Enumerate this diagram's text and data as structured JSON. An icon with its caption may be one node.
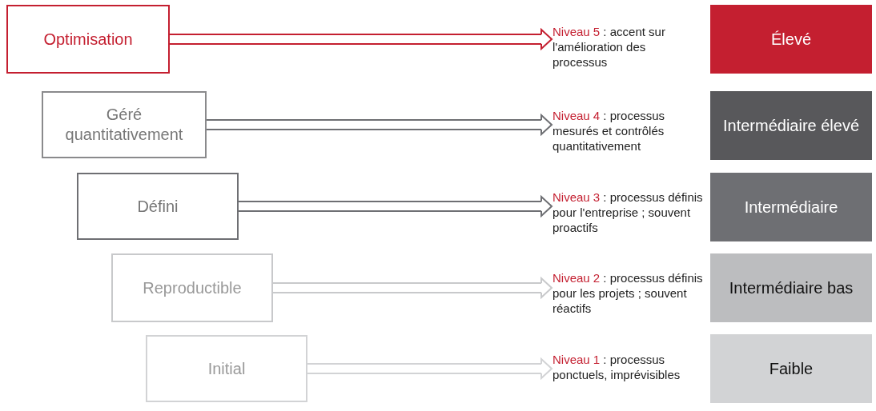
{
  "diagram": {
    "nodes": [
      {
        "text": [
          "Optimisation"
        ]
      },
      {
        "text": [
          "Niveau 5",
          ": accent sur l'amélioration des processus"
        ]
      },
      {
        "text": [
          "Élevé"
        ]
      },
      {
        "text": [
          "Géré quantitativement"
        ]
      },
      {
        "text": [
          "Niveau 4",
          ": processus mesurés et contrôlés quantitativement"
        ]
      },
      {
        "text": [
          "Intermédiaire élevé"
        ]
      },
      {
        "text": [
          "Défini"
        ]
      },
      {
        "text": [
          "Niveau 3",
          ": processus définis pour l'entreprise ; souvent proactifs"
        ]
      },
      {
        "text": [
          "Intermédiaire"
        ]
      },
      {
        "text": [
          "Reproductible"
        ]
      },
      {
        "text": [
          "Niveau 2",
          ": processus définis pour les projets ; souvent réactifs"
        ]
      },
      {
        "text": [
          "Intermédiaire bas"
        ]
      },
      {
        "text": [
          "Initial"
        ]
      },
      {
        "text": [
          "Niveau 1",
          ": processus ponctuels, imprévisibles"
        ]
      },
      {
        "text": [
          "Faible"
        ]
      }
    ],
    "edges": [
      {
        "from": 0,
        "to": 1,
        "arrow": "to",
        "color": "#c41f30"
      },
      {
        "from": 3,
        "to": 4,
        "arrow": "to",
        "color": "#6e6f73"
      },
      {
        "from": 6,
        "to": 7,
        "arrow": "to",
        "color": "#6e6f73"
      },
      {
        "from": 9,
        "to": 10,
        "arrow": "to",
        "color": "#c8c9cb"
      },
      {
        "from": 12,
        "to": 13,
        "arrow": "to",
        "color": "#d2d3d5"
      }
    ]
  }
}
